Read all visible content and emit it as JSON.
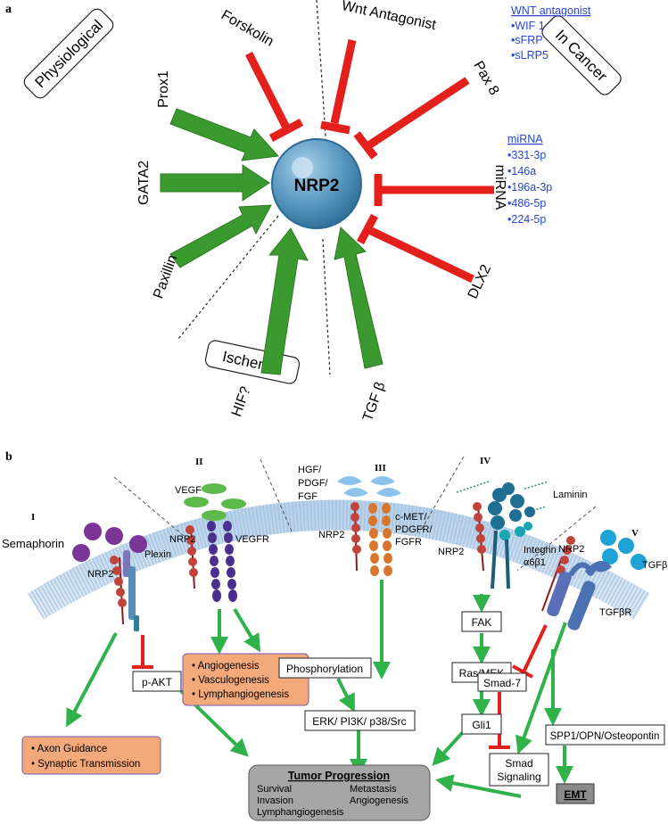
{
  "panel_a": {
    "label": "a",
    "center": "NRP2",
    "regions": {
      "physiological": "Physiological",
      "in_cancer": "In Cancer",
      "ischemia": "Ischemia"
    },
    "inducers": [
      "Prox1",
      "GATA2",
      "Paxillin",
      "HIF?",
      "TGF β"
    ],
    "repressors": [
      "Forskolin",
      "Wnt Antagonist",
      "Pax 8",
      "miRNA",
      "DLX2"
    ],
    "wnt_list": {
      "title": "WNT antagonist",
      "items": [
        "•WIF 1",
        "•sFRP",
        "•sLRP5"
      ]
    },
    "mirna_list": {
      "title": "miRNA",
      "items": [
        "•331-3p",
        "•146a",
        "•196a-3p",
        "•486-5p",
        "•224-5p"
      ]
    }
  },
  "panel_b": {
    "label": "b",
    "roman": [
      "I",
      "II",
      "III",
      "IV",
      "V"
    ],
    "p1": {
      "ligand": "Semaphorin",
      "receptor": "Plexin",
      "nrp": "NRP2",
      "readout": "p-AKT",
      "outcomes": [
        "•  Axon Guidance",
        "•  Synaptic Transmission"
      ]
    },
    "p2": {
      "ligand": "VEGF",
      "nrp": "NRP2",
      "receptor": "VEGFR",
      "outcomes": [
        "•  Angiogenesis",
        "•  Vasculogenesis",
        "•  Lymphangiogenesis"
      ]
    },
    "p3": {
      "ligand_lines": [
        "HGF/",
        "PDGF/",
        "FGF"
      ],
      "nrp": "NRP2",
      "receptor_lines": [
        "c-MET/",
        "PDGFR/",
        "FGFR"
      ],
      "phosphorylation": "Phosphorylation",
      "signaling": "ERK/ PI3K/ p38/Src"
    },
    "p4": {
      "ligand": "Laminin",
      "nrp": "NRP2",
      "receptor_lines": [
        "Integrin",
        "α6β1"
      ],
      "chain": [
        "FAK",
        "Ras/MEK",
        "Gli1"
      ]
    },
    "p5": {
      "ligand": "TGFβ",
      "nrp": "NRP2",
      "receptor": "TGFβR",
      "smad7": "Smad-7",
      "smad_lines": [
        "Smad",
        "Signaling"
      ],
      "spp1": "SPP1/OPN/Osteopontin",
      "emt": "EMT"
    },
    "tumor": {
      "title": "Tumor Progression",
      "left": [
        "Survival",
        "Invasion",
        "Lymphangiogenesis"
      ],
      "right": [
        "Metastasis",
        "Angiogenesis"
      ]
    }
  },
  "colors": {
    "activate": "#3b9a2f",
    "inhibit": "#e3201b",
    "nrp2_sphere": "#5d9cc4",
    "link": "#2946d6",
    "box_fill": "#f4a97a",
    "tumor_fill": "#a6a6a6"
  }
}
